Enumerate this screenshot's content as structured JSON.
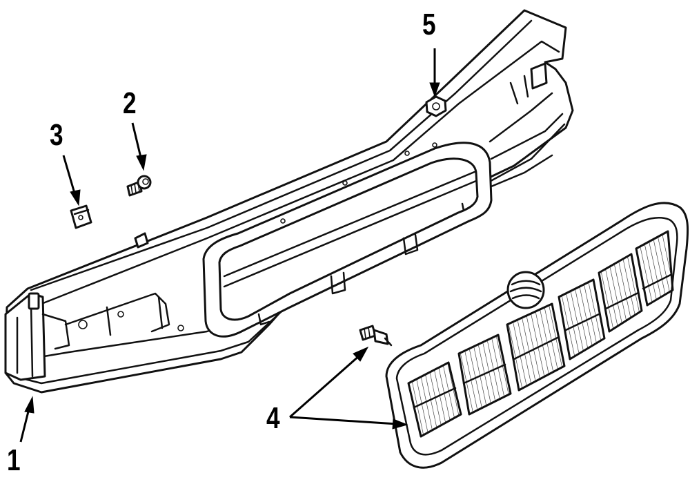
{
  "callouts": {
    "c1": "1",
    "c2": "2",
    "c3": "3",
    "c4": "4",
    "c5": "5"
  },
  "parts": [
    {
      "id": "1",
      "name": "radiator-support-panel"
    },
    {
      "id": "2",
      "name": "bolt"
    },
    {
      "id": "3",
      "name": "clip-nut"
    },
    {
      "id": "4",
      "name": "grille"
    },
    {
      "id": "5",
      "name": "nut"
    }
  ],
  "colors": {
    "line": "#111111",
    "background": "#ffffff"
  }
}
